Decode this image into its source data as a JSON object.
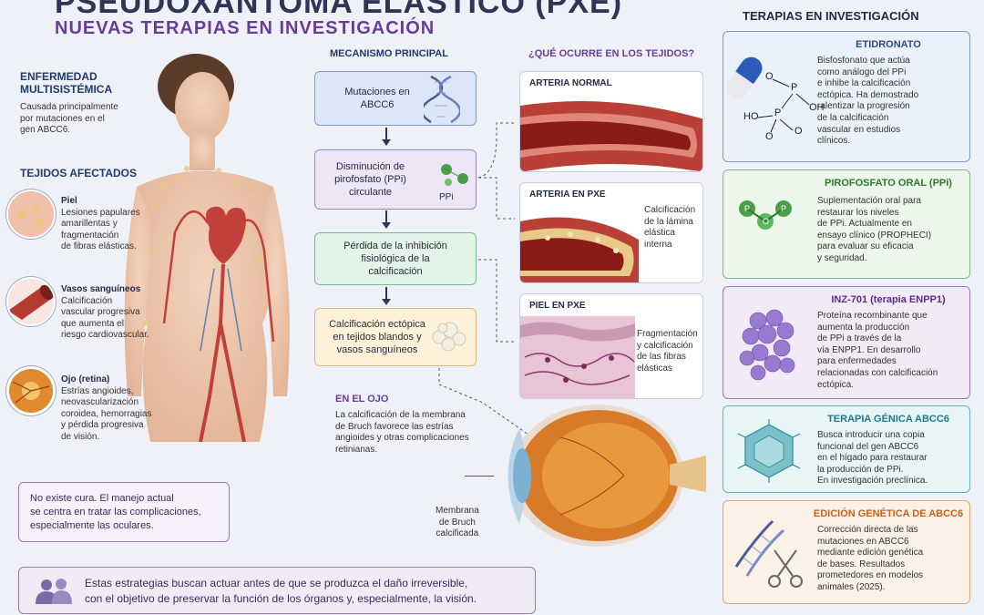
{
  "header": {
    "title": "PSEUDOXANTOMA ELÁSTICO (PXE)",
    "subtitle": "NUEVAS TERAPIAS EN INVESTIGACIÓN"
  },
  "left": {
    "disease_title_1": "ENFERMEDAD",
    "disease_title_2": "MULTISISTÉMICA",
    "disease_text": [
      "Causada principalmente",
      "por mutaciones en el",
      "gen ABCC6."
    ],
    "tissues_title": "TEJIDOS AFECTADOS",
    "tissues": [
      {
        "name": "Piel",
        "lines": [
          "Lesiones papulares",
          "amarillentas y",
          "fragmentación",
          "de fibras elásticas."
        ]
      },
      {
        "name": "Vasos sanguíneos",
        "lines": [
          "Calcificación",
          "vascular progresiva",
          "que aumenta el",
          "riesgo cardiovascular."
        ]
      },
      {
        "name": "Ojo (retina)",
        "lines": [
          "Estrías angioides,",
          "neovascularización",
          "coroidea, hemorragias",
          "y pérdida progresiva",
          "de visión."
        ]
      }
    ],
    "no_cure": [
      "No existe cura. El manejo actual",
      "se centra en tratar las complicaciones,",
      "especialmente las oculares."
    ]
  },
  "mechanism": {
    "title": "MECANISMO PRINCIPAL",
    "steps": [
      {
        "lines": [
          "Mutaciones en",
          "ABCC6"
        ]
      },
      {
        "lines": [
          "Disminución de",
          "pirofosfato (PPi)",
          "circulante"
        ],
        "badge": "PPi"
      },
      {
        "lines": [
          "Pérdida de la inhibición",
          "fisiológica de la",
          "calcificación"
        ]
      },
      {
        "lines": [
          "Calcificación ectópica",
          "en tejidos blandos y",
          "vasos sanguíneos"
        ]
      }
    ]
  },
  "tissues_panel": {
    "title": "¿QUÉ OCURRE EN LOS TEJIDOS?",
    "cards": [
      {
        "title": "ARTERIA NORMAL",
        "side": []
      },
      {
        "title": "ARTERIA EN PXE",
        "side": [
          "Calcificación",
          "de la lámina",
          "elástica",
          "interna"
        ]
      },
      {
        "title": "PIEL EN PXE",
        "side": [
          "Fragmentación",
          "y calcificación",
          "de las fibras",
          "elásticas"
        ]
      }
    ]
  },
  "eye": {
    "title": "EN EL OJO",
    "text": [
      "La calcificación de la membrana",
      "de Bruch favorece las estrías",
      "angioides y otras complicaciones",
      "retinianas."
    ],
    "label": [
      "Membrana",
      "de Bruch",
      "calcificada"
    ]
  },
  "therapies": {
    "title": "TERAPIAS EN INVESTIGACIÓN",
    "items": [
      {
        "name": "ETIDRONATO",
        "color": "#3a6fb0",
        "lines": [
          "Bisfosfonato que actúa",
          "como análogo del PPi",
          "e inhibe la calcificación",
          "ectópica. Ha demostrado",
          "ralentizar la progresión",
          "de la calcificación",
          "vascular en estudios",
          "clínicos."
        ]
      },
      {
        "name": "PIROFOSFATO ORAL (PPi)",
        "color": "#3a8a3a",
        "lines": [
          "Suplementación oral para",
          "restaurar los niveles",
          "de PPi. Actualmente en",
          "ensayo clínico (PROPHECI)",
          "para evaluar su eficacia",
          "y seguridad."
        ]
      },
      {
        "name": "INZ-701 (terapia ENPP1)",
        "color": "#6a3c98",
        "lines": [
          "Proteína recombinante que",
          "aumenta la producción",
          "de PPi a través de la",
          "vía ENPP1. En desarrollo",
          "para enfermedades",
          "relacionadas con calcificación",
          "ectópica."
        ]
      },
      {
        "name": "TERAPIA GÉNICA ABCC6",
        "color": "#2d8a98",
        "lines": [
          "Busca introducir una copia",
          "funcional del gen ABCC6",
          "en el hígado para restaurar",
          "la producción de PPi.",
          "En investigación preclínica."
        ]
      },
      {
        "name": "EDICIÓN GENÉTICA DE ABCC6",
        "color": "#d9782a",
        "lines": [
          "Corrección directa de las",
          "mutaciones en ABCC6",
          "mediante edición genética",
          "de bases. Resultados",
          "prometedores en modelos",
          "animales (2025)."
        ]
      }
    ],
    "molecule_labels": {
      "p": "P",
      "o": "O",
      "ho": "HO",
      "oh": "OH"
    }
  },
  "footer": {
    "lines": [
      "Estas estrategias buscan actuar antes de que se produzca el daño irreversible,",
      "con el objetivo de preservar la función de los órganos y, especialmente, la visión."
    ]
  }
}
